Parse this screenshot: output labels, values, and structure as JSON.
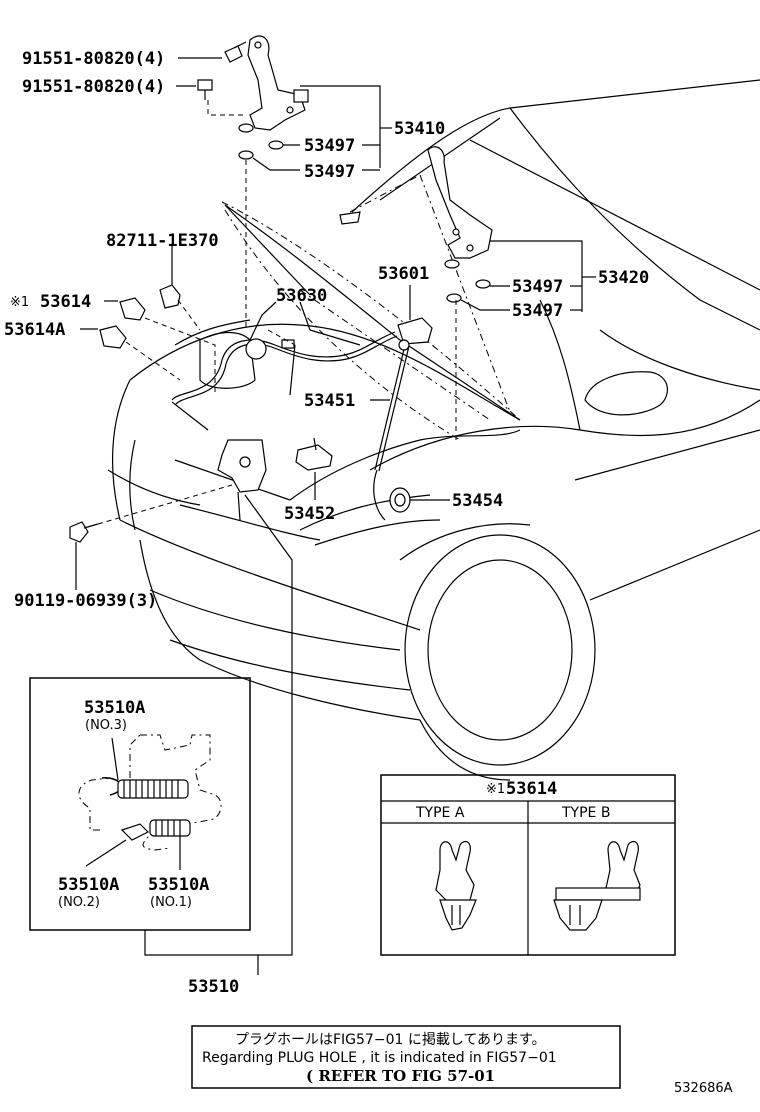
{
  "labels": {
    "bolt_a": "91551-80820(4)",
    "bolt_b": "91551-80820(4)",
    "hinge_left": "53410",
    "washer_1": "53497",
    "washer_2": "53497",
    "hinge_right": "53420",
    "washer_3": "53497",
    "washer_4": "53497",
    "clip_82711": "82711-1E370",
    "mark_53614": "※1",
    "clip_53614": "53614",
    "clip_53614a": "53614A",
    "cable_53630": "53630",
    "part_53601": "53601",
    "prop_53451": "53451",
    "lock_53452": "53452",
    "grommet_53454": "53454",
    "bolt_90119": "90119-06939(3)",
    "assy_53510": "53510"
  },
  "inset": {
    "top_part": "53510A",
    "top_no": "(NO.3)",
    "left_part": "53510A",
    "left_no": "(NO.2)",
    "right_part": "53510A",
    "right_no": "(NO.1)"
  },
  "type_table": {
    "title_mark": "※1",
    "title_part": "53614",
    "col_a": "TYPE A",
    "col_b": "TYPE B"
  },
  "note": {
    "jp": "プラグホールはFIG57−01 に掲載してあります。",
    "en": "Regarding  PLUG HOLE , it is indicated in FIG57−01",
    "refer": "( REFER TO FIG 57-01"
  },
  "figure_code": "532686A"
}
